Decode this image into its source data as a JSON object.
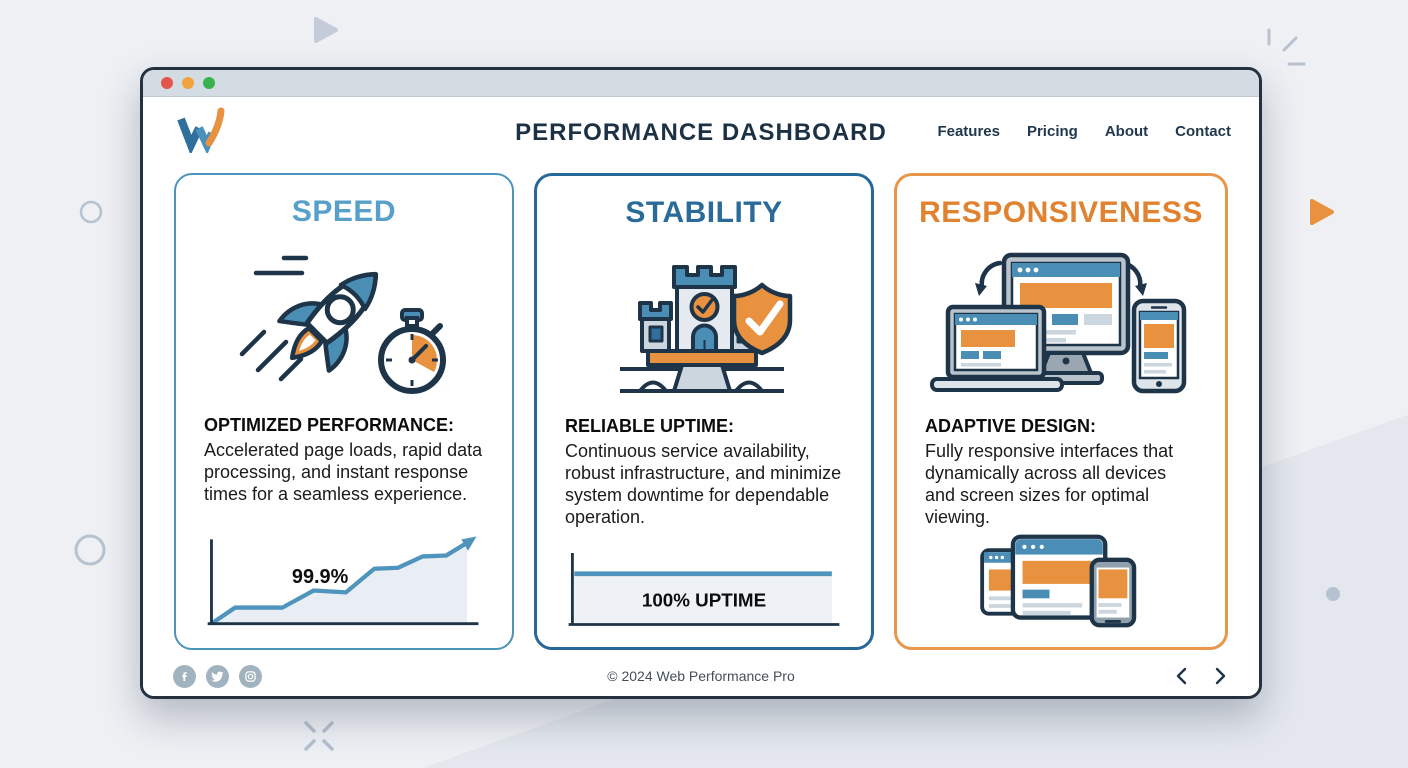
{
  "page_background": {
    "base_color": "#eef0f4",
    "accent_wedge_color": "#e4e8ee",
    "decorations": [
      "play-triangle",
      "sparkle-lines",
      "ring-circle-small",
      "ring-circle-large",
      "orange-play-triangle",
      "gray-dot",
      "collapse-x"
    ]
  },
  "window": {
    "titlebar": {
      "buttons": [
        {
          "name": "close",
          "color": "#e4554c"
        },
        {
          "name": "minimize",
          "color": "#f2a33c"
        },
        {
          "name": "zoom",
          "color": "#37b24d"
        }
      ]
    },
    "header": {
      "logo": "W",
      "title": "PERFORMANCE DASHBOARD",
      "nav": [
        {
          "label": "Features"
        },
        {
          "label": "Pricing"
        },
        {
          "label": "About"
        },
        {
          "label": "Contact"
        }
      ]
    },
    "cards": [
      {
        "title": "SPEED",
        "title_color": "#57a0ca",
        "border_color": "#4a94bc",
        "icon": "rocket-stopwatch-icon",
        "heading": "OPTIMIZED PERFORMANCE:",
        "body": "Accelerated page loads, rapid data processing, and instant response times for a seamless experience.",
        "metric": "99.9%"
      },
      {
        "title": "STABILITY",
        "title_color": "#2a6b99",
        "border_color": "#26689a",
        "icon": "castle-shield-icon",
        "heading": "RELIABLE UPTIME:",
        "body": "Continuous service availability, robust infrastructure, and minimize system downtime for dependable operation.",
        "metric": "100% UPTIME"
      },
      {
        "title": "RESPONSIVENESS",
        "title_color": "#e0822f",
        "border_color": "#e8964a",
        "icon": "responsive-devices-icon",
        "heading": "ADAPTIVE DESIGN:",
        "body": "Fully responsive interfaces that dynamically across all devices and screen sizes for optimal viewing."
      }
    ],
    "footer": {
      "social": [
        {
          "name": "facebook"
        },
        {
          "name": "twitter"
        },
        {
          "name": "instagram"
        }
      ],
      "copyright": "© 2024 Web Performance Pro",
      "pager": [
        "previous",
        "next"
      ]
    }
  }
}
